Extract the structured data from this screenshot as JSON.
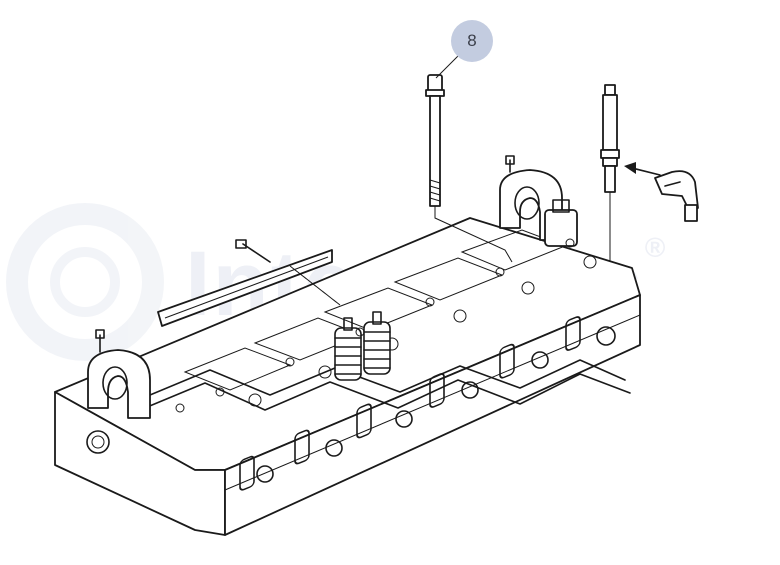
{
  "diagram": {
    "watermark": {
      "text": "Intercoats",
      "registered_mark": "®",
      "color": "#eef0f6"
    },
    "callouts": [
      {
        "label": "8",
        "color": "#c3cce0"
      }
    ],
    "parts": [
      "cylinder-head",
      "head-bolt",
      "injector",
      "injector-connector",
      "gasket-strip",
      "valve-springs",
      "lifting-eye-front",
      "lifting-eye-rear"
    ]
  }
}
